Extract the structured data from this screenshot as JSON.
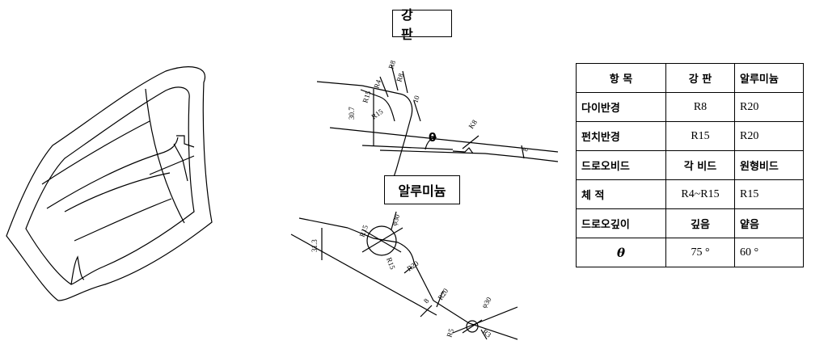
{
  "titles": {
    "steel": "강 판",
    "aluminum": "알루미늄"
  },
  "steel_labels": {
    "r4": "R4",
    "r8a": "R8",
    "r8b": "R8",
    "r15a": "R15",
    "r15b": "R15",
    "d30": "30.7",
    "d10": "10",
    "theta": "θ",
    "k8": "K8",
    "l8": "8"
  },
  "alu_labels": {
    "phi30a": "φ30",
    "r15a": "R15",
    "r15b": "R15",
    "r20a": "R20",
    "d31": "31.3",
    "r20b": "R20",
    "phi30b": "φ30",
    "r5": "R5",
    "r3": "R3",
    "eight": "8"
  },
  "table": {
    "header": [
      "항 목",
      "강 판",
      "알루미늄"
    ],
    "rows": [
      [
        "다이반경",
        "R8",
        "R20"
      ],
      [
        "펀치반경",
        "R15",
        "R20"
      ],
      [
        "드로오비드",
        "각 비드",
        "원형비드"
      ],
      [
        "체 적",
        "R4~R15",
        "R15"
      ],
      [
        "드로오깊이",
        "깊음",
        "얕음"
      ],
      [
        "θ",
        "75 °",
        "60 °"
      ]
    ]
  }
}
